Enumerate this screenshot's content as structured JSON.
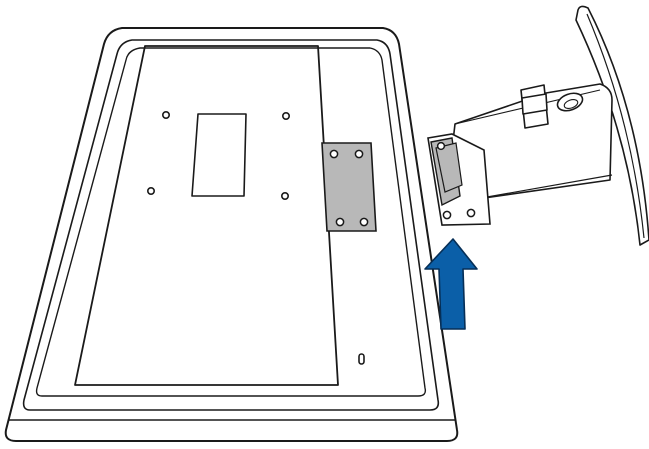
{
  "diagram": {
    "colors": {
      "background": "#ffffff",
      "outline": "#1a1a1a",
      "plate_fill": "#b8b8b8",
      "arrow_fill": "#0b5fa8",
      "arrow_stroke": "#062f57",
      "hole_fill": "#ffffff"
    },
    "parts": [
      "monitor-back-panel",
      "vesa-mount-area",
      "hinge-bracket-slot",
      "stand-assembly",
      "stand-hinge-plate",
      "insert-direction-arrow"
    ],
    "arrow_direction": "up"
  }
}
